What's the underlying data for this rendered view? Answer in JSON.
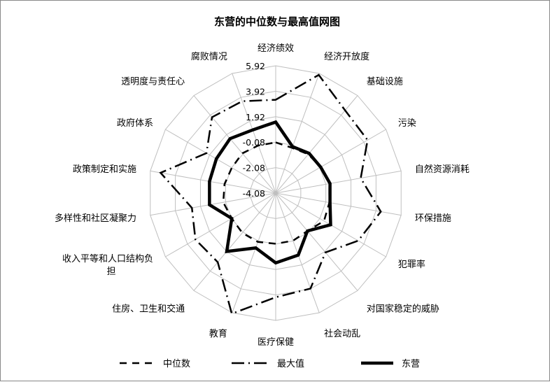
{
  "chart_data": {
    "type": "radar",
    "title": "东营的中位数与最高值网图",
    "axes": [
      "经济绩效",
      "经济开放度",
      "基础设施",
      "污染",
      "自然资源消耗",
      "环保措施",
      "犯罪率",
      "对国家稳定的威胁",
      "社会动乱",
      "医疗保健",
      "教育",
      "住房、卫生和交通",
      "收入平等和人口结构负担",
      "多样性和社区凝聚力",
      "政策制定和实施",
      "政府体系",
      "透明度与责任心",
      "腐败情况"
    ],
    "rings": [
      "-4.08",
      "-2.08",
      "-0.08",
      "1.92",
      "3.92",
      "5.92"
    ],
    "range": [
      -4.08,
      5.92
    ],
    "grid": true,
    "legend_position": "bottom",
    "series": [
      {
        "name": "中位数",
        "style": "dashed",
        "values": [
          -0.1,
          -0.3,
          -0.1,
          0.0,
          0.2,
          0.2,
          0.3,
          -0.2,
          -0.1,
          -0.1,
          0.0,
          0.0,
          -0.1,
          0.1,
          0.0,
          -0.1,
          0.0,
          -0.1
        ]
      },
      {
        "name": "最大值",
        "style": "dash-dot",
        "values": [
          3.25,
          5.8,
          4.4,
          4.25,
          2.7,
          4.3,
          3.4,
          2.0,
          3.9,
          4.1,
          6.0,
          3.0,
          3.2,
          2.6,
          5.1,
          2.2,
          3.7,
          3.6
        ]
      },
      {
        "name": "东营",
        "style": "solid-thick",
        "values": [
          1.5,
          -0.2,
          0.0,
          0.0,
          0.25,
          0.25,
          0.9,
          -0.2,
          1.1,
          1.4,
          0.5,
          1.9,
          -0.1,
          1.2,
          1.2,
          1.3,
          1.5,
          1.2
        ]
      }
    ]
  },
  "colors": {
    "line": "#000000",
    "grid": "#bfbfbf"
  }
}
